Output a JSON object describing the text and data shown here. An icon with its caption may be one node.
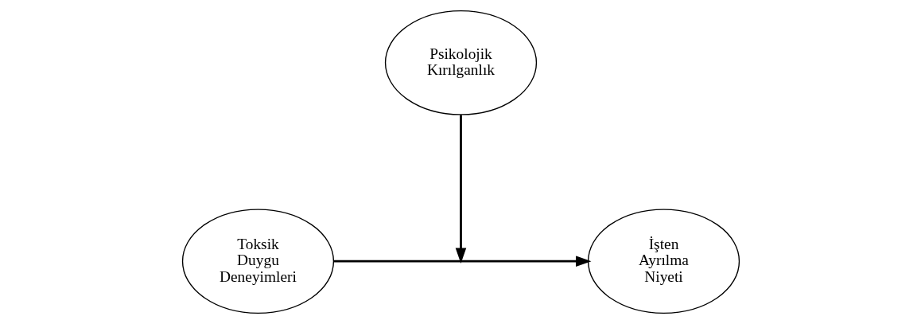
{
  "diagram": {
    "nodes": [
      {
        "text": [
          "Toksik Duygu Deneyimleri"
        ]
      },
      {
        "text": [
          "Psikolojik Kırılganlık"
        ]
      },
      {
        "text": [
          "İşten Ayrılma Niyeti"
        ]
      }
    ],
    "edges": [
      {
        "from": 0,
        "to": 2,
        "arrow": "to"
      },
      {
        "from": 1,
        "to": null,
        "arrow": "to"
      }
    ]
  }
}
